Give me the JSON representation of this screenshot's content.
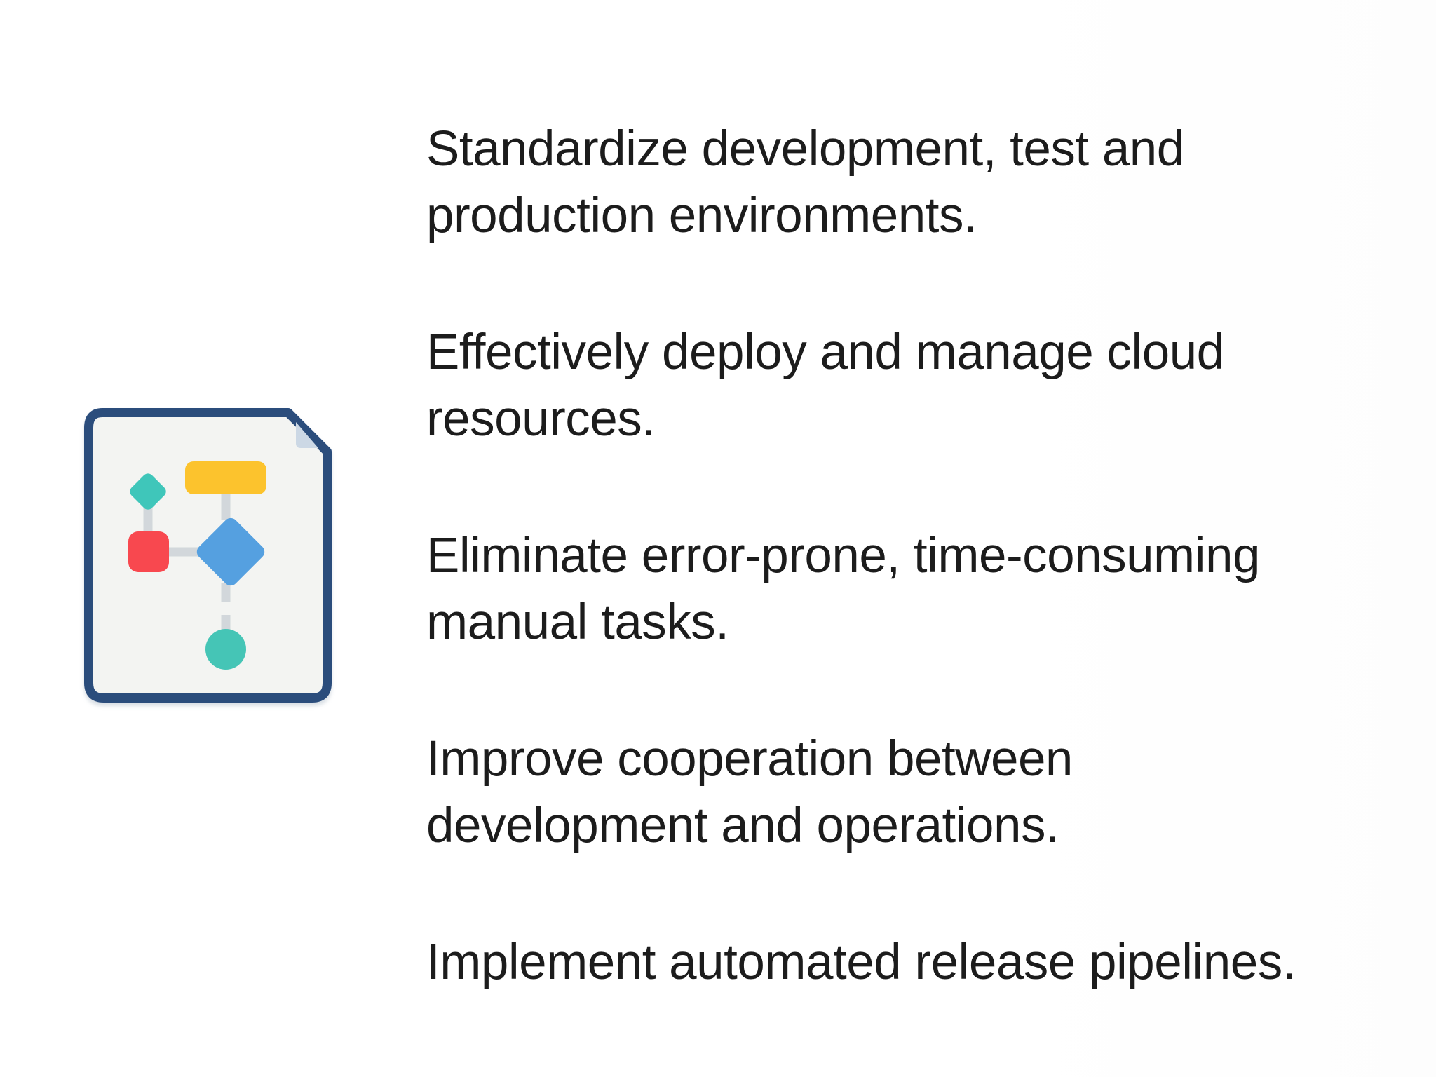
{
  "slide": {
    "background": "#ffffff",
    "text_color": "#1c1c1c"
  },
  "icon": {
    "label": "flowchart-document",
    "colors": {
      "border": "#2b4d7c",
      "paper": "#f3f4f2",
      "fold": "#ccd8e5",
      "connector": "#d2d7db",
      "diamond_small": "#3fc6ba",
      "rect_top": "#fcc32d",
      "square": "#f8484f",
      "diamond_large": "#55a0e0",
      "circle": "#45c5b6"
    }
  },
  "bullets": [
    {
      "lines": [
        "Standardize development, test and",
        "production environments."
      ]
    },
    {
      "lines": [
        "Effectively deploy and manage cloud",
        "resources."
      ]
    },
    {
      "lines": [
        "Eliminate error-prone, time-consuming",
        "manual tasks."
      ]
    },
    {
      "lines": [
        "Improve cooperation between",
        "development and operations."
      ]
    },
    {
      "lines": [
        "Implement automated release pipelines."
      ]
    }
  ]
}
